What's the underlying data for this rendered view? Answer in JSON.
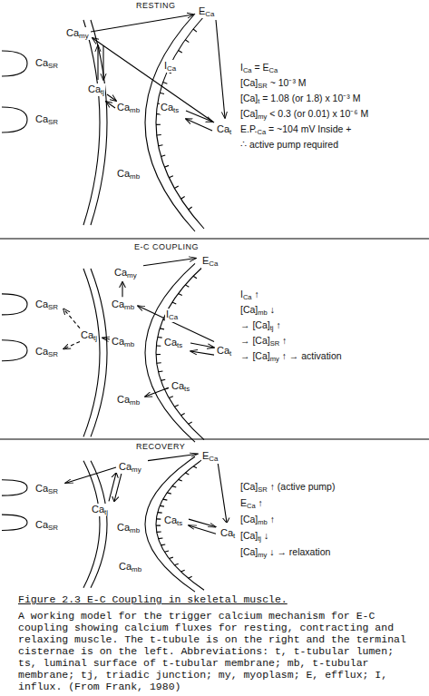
{
  "diagram": {
    "caption": "Figure 2.3 E-C Coupling in skeletal muscle. A working model for the trigger calcium mechanism for E-C coupling showing calcium fluxes for resting, contracting and relaxing muscle. The t-tubule is on the right and the terminal cisternae is on the left. Abbreviations: t, t-tubular lumen; ts, luminal surface of t-tubular membrane; mb, t-tubular membrane; tj, triadic junction; my, myoplasm; E, efflux; I, influx. (From Frank, 1980)",
    "labels": [
      "RESTING",
      "ECa",
      "Camy",
      "ICa",
      "CaSR",
      "Catj",
      "Camb",
      "Cats",
      "Cat",
      "CaSR",
      "Camb",
      "ICa = ECa",
      "[Ca]SR ~ 10⁻³ M",
      "[Ca]t = 1.08 (or 1.8) x 10⁻³ M",
      "[Ca]my < 0.3 (or 0.01) x 10⁻⁶ M",
      "E.P.Ca = ~104 mV Inside +",
      "∴ active pump required",
      "E-C COUPLING",
      "ECa",
      "Camy",
      "CaSR",
      "Camb",
      "ICa",
      "Catj",
      "Camb",
      "Cats",
      "Cat",
      "CaSR",
      "Cats",
      "Camb",
      "ICa ↑",
      "[Ca]mb ↓",
      "→ [Ca]tj ↑",
      "→ [Ca]SR ↑",
      "→ [Ca]my ↑ → activation",
      "RECOVERY",
      "ECa",
      "Camy",
      "CaSR",
      "Catj",
      "Camb",
      "Cats",
      "Cat",
      "CaSR",
      "Camb",
      "[Ca]SR ↑ (active pump)",
      "ECa ↑",
      "[Ca]mb ↑",
      "[Ca]tj ↓",
      "[Ca]my ↓ → relaxation"
    ]
  }
}
